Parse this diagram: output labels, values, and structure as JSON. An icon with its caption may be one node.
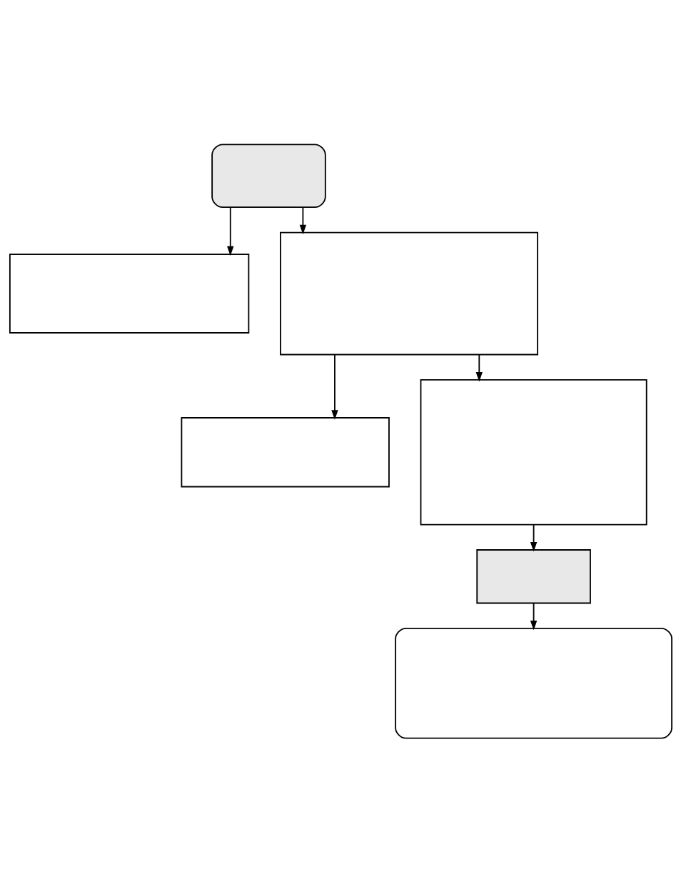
{
  "diagram": {
    "nodes": [
      {
        "text": [],
        "shape": "box"
      },
      {
        "text": [],
        "shape": "box"
      },
      {
        "text": [],
        "shape": "box"
      },
      {
        "text": [],
        "shape": "box"
      },
      {
        "text": [],
        "shape": "box"
      },
      {
        "text": [],
        "shape": "box"
      },
      {
        "text": [],
        "shape": "box"
      }
    ],
    "edges": [
      {
        "from": 0,
        "to": 1,
        "arrow": "to"
      },
      {
        "from": 0,
        "to": 2,
        "arrow": "to"
      },
      {
        "from": 2,
        "to": 3,
        "arrow": "to"
      },
      {
        "from": 2,
        "to": 4,
        "arrow": "to"
      },
      {
        "from": 4,
        "to": 5,
        "arrow": "to"
      },
      {
        "from": 5,
        "to": 6,
        "arrow": "to"
      }
    ]
  }
}
